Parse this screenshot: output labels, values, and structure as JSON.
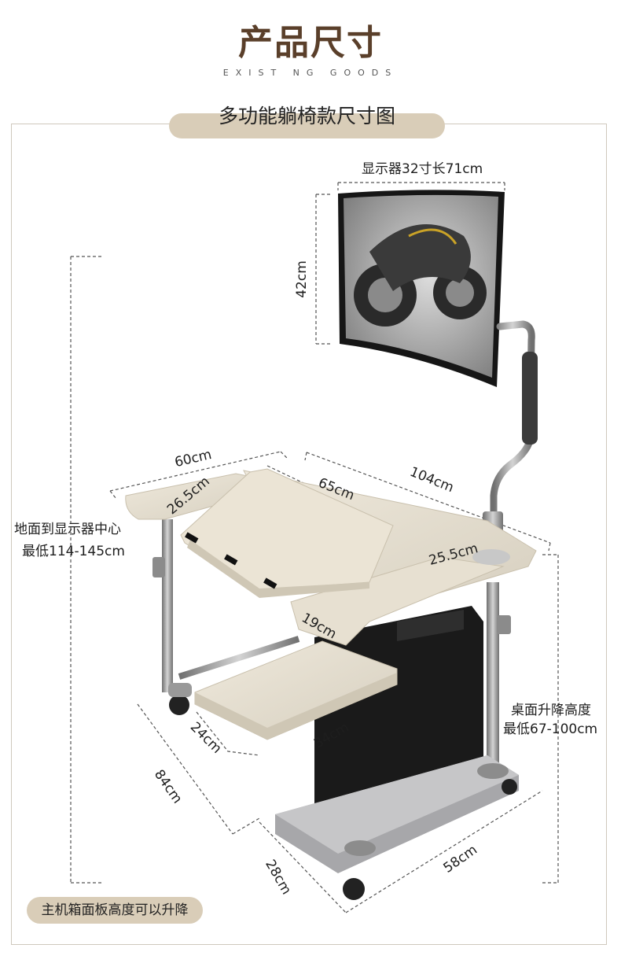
{
  "header": {
    "title": "产品尺寸",
    "subtitle": "EXIST NG GOODS"
  },
  "diagram": {
    "section_title": "多功能躺椅款尺寸图",
    "footer_note": "主机箱面板高度可以升降",
    "labels": {
      "monitor_size": "显示器32寸长71cm",
      "monitor_height": "42cm",
      "floor_to_monitor_line1": "地面到显示器中心",
      "floor_to_monitor_line2": "最低114-145cm",
      "side_width": "60cm",
      "tilt_depth": "26.5cm",
      "tilt_width": "65cm",
      "total_length": "104cm",
      "right_depth": "25.5cm",
      "gap": "19cm",
      "tray_depth": "24cm",
      "base_depth": "34cm",
      "total_depth": "84cm",
      "base_width": "58cm",
      "caster_depth": "28cm",
      "desk_height_line1": "桌面升降高度",
      "desk_height_line2": "最低67-100cm"
    }
  }
}
